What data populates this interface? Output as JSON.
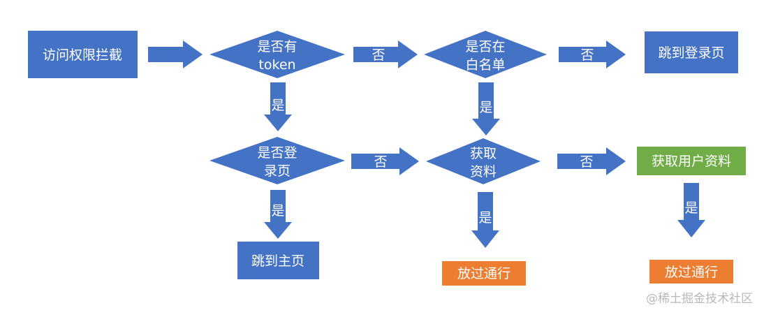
{
  "flowchart": {
    "start": "访问权限拦截",
    "check_token": [
      "是否有",
      "token"
    ],
    "check_whitelist": [
      "是否在",
      "白名单"
    ],
    "goto_login": "跳到登录页",
    "check_logged_in": [
      "是否登",
      "录页"
    ],
    "get_profile": [
      "获取",
      "资料"
    ],
    "get_user_profile": "获取用户资料",
    "goto_home": "跳到主页",
    "pass_1": "放过通行",
    "pass_2": "放过通行",
    "yes": "是",
    "no": "否"
  },
  "colors": {
    "blue": "#4472C4",
    "green": "#70AD47",
    "orange": "#ED7D31"
  },
  "watermark": "@稀土掘金技术社区"
}
